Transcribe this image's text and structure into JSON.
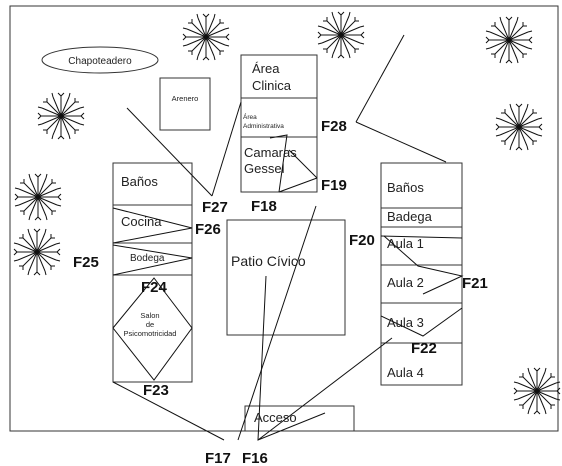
{
  "areas": {
    "chapoteadero": "Chapoteadero",
    "arenero": "Arenero",
    "area_clinica_1": "Área",
    "area_clinica_2": "Clinica",
    "area_administrativa_1": "Área",
    "area_administrativa_2": "Administrativa",
    "camaras_1": "Camaras",
    "camaras_2": "Gessel",
    "banos_left": "Baños",
    "cocina": "Cocina",
    "bodega": "Bodega",
    "salon_1": "Salon",
    "salon_2": "de",
    "salon_3": "Psicomotricidad",
    "patio_civico": "Patio Cívico",
    "banos_right": "Baños",
    "badega": "Badega",
    "aula_1": "Aula 1",
    "aula_2": "Aula 2",
    "aula_3": "Aula 3",
    "aula_4": "Aula 4",
    "acceso": "Acceso"
  },
  "markers": {
    "f16": "F16",
    "f17": "F17",
    "f18": "F18",
    "f19": "F19",
    "f20": "F20",
    "f21": "F21",
    "f22": "F22",
    "f23": "F23",
    "f24": "F24",
    "f25": "F25",
    "f26": "F26",
    "f27": "F27",
    "f28": "F28"
  },
  "icons": [
    "tree-icon"
  ],
  "colors": {
    "line": "#111111",
    "wall": "#333333",
    "background": "#ffffff"
  }
}
